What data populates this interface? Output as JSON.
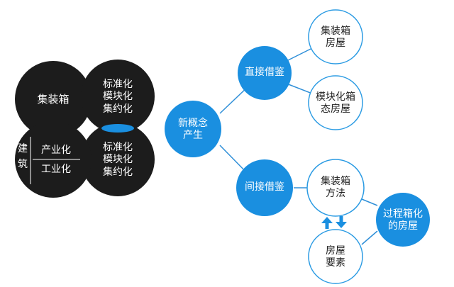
{
  "nodes": {
    "container": "集装箱",
    "standard_top": "标准化\n模块化\n集约化",
    "standard_bottom": "标准化\n模块化\n集约化",
    "building_char1": "建",
    "building_char2": "筑",
    "industrialization": "产业化",
    "industrialize": "工业化",
    "new_concept": "新概念\n产生",
    "direct_borrow": "直接借鉴",
    "indirect_borrow": "间接借鉴",
    "container_house": "集装箱\n房屋",
    "modular_house": "模块化箱\n态房屋",
    "container_method": "集装箱\n方法",
    "house_elements": "房屋\n要素",
    "process_container_house": "过程箱化\n的房屋"
  },
  "colors": {
    "black": "#1c1c1c",
    "blue": "#1a8fe0",
    "outline": "#2b9be3",
    "line": "#2f8fd8",
    "text_dark": "#222222",
    "white": "#ffffff"
  }
}
